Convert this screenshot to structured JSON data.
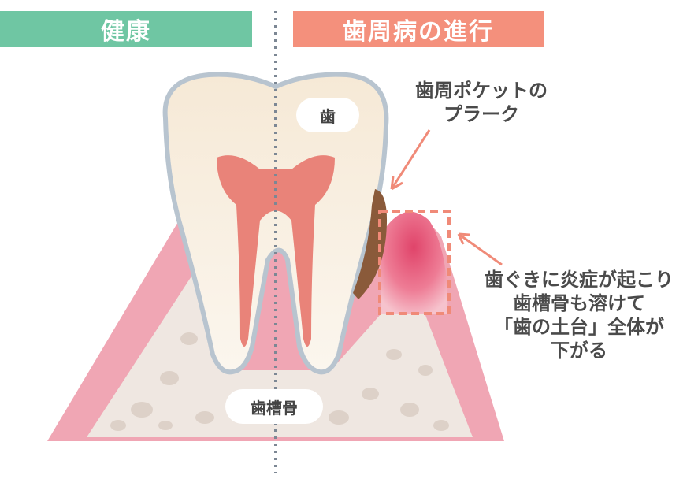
{
  "header": {
    "left_label": "健康",
    "right_label": "歯周病の進行"
  },
  "labels": {
    "tooth": "歯",
    "alveolar_bone": "歯槽骨"
  },
  "callouts": {
    "plaque": [
      "歯周ポケットの",
      "プラーク"
    ],
    "gum_recession": [
      "歯ぐきに炎症が起こり",
      "歯槽骨も溶けて",
      "「歯の土台」全体が",
      "下がる"
    ]
  },
  "colors": {
    "healthy_banner": "#6fc6a3",
    "disease_banner": "#f4907c",
    "gum": "#f0a6b4",
    "bone": "#efe7e1",
    "plaque": "#8a5a3a",
    "inflamed_gum": "#e04a6a",
    "arrow": "#f08a78"
  }
}
